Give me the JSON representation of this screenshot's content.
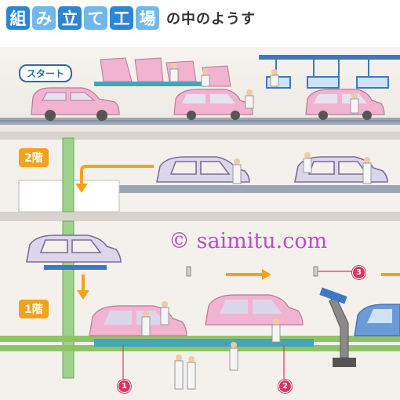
{
  "title": {
    "chars": [
      "組",
      "み",
      "立",
      "て",
      "工",
      "場"
    ],
    "tail": "の中のようす"
  },
  "labels": {
    "start": "スタート",
    "floor2": "2階",
    "floor1": "1階"
  },
  "watermark": "© saimitu.com",
  "markers": [
    "1",
    "2",
    "3"
  ],
  "colors": {
    "car_pink": "#f2b3d0",
    "car_frame": "#dcd6ea",
    "conveyor": "#9aa7b6",
    "arrow": "#f3a21d",
    "marker": "#d9355f",
    "floor_green": "#8fc36a",
    "robot_blue": "#3d78c2"
  }
}
